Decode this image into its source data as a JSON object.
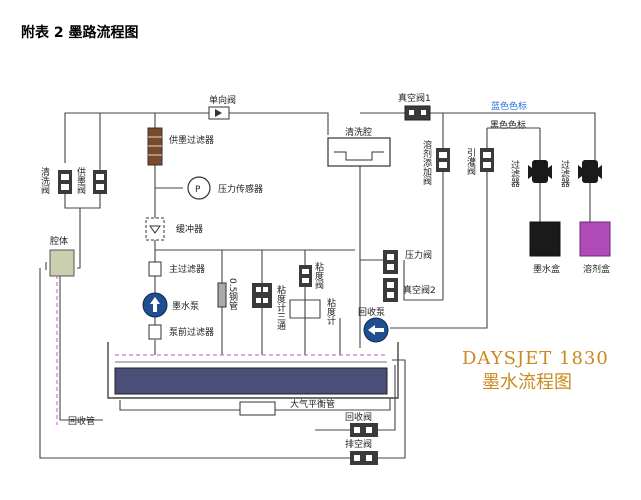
{
  "title": "附表 2 墨路流程图",
  "labels": {
    "check_valve": "单向阀",
    "vacuum_valve_1": "真空阀1",
    "blue_mark": "蓝色色标",
    "black_mark": "黑色色标",
    "ink_supply_filter": "供墨过滤器",
    "cleaning_chamber": "清洗腔",
    "solvent_add_valve": "溶剂添加阀",
    "prime_valve": "引灌阀",
    "filter_left": "过滤器",
    "filter_right": "过滤器",
    "flush_valve": "清洗阀",
    "ink_supply_valve": "供墨阀",
    "pressure_sensor": "压力传感器",
    "pressure_sensor_symbol": "P",
    "buffer": "缓冲器",
    "cavity": "腔体",
    "main_filter": "主过滤器",
    "ink_pump": "墨水泵",
    "pre_pump_filter": "泵前过滤器",
    "steel_pipe": "0.5钢管",
    "viscometer_tee": "粘度计三通",
    "viscometer_valve": "粘度阀",
    "viscometer": "粘度计",
    "pressure_valve": "压力阀",
    "vacuum_valve_2": "真空阀2",
    "recovery_pump": "回收泵",
    "ink_box": "墨水盒",
    "solvent_box": "溶剂盒",
    "atmos_balance_pipe": "大气平衡管",
    "recovery_pipe": "回收管",
    "recovery_valve": "回收阀",
    "drain_valve": "排空阀"
  },
  "brand": {
    "line1": "DAYSJET 1830",
    "line2": "墨水流程图"
  },
  "colors": {
    "blue_label": "#2a6fdb",
    "pink_dash": "#d070d8",
    "ink_box": "#1a1a1a",
    "solvent_box": "#b04ab8",
    "tank_fill": "#4a4f7a",
    "brand_text": "#c98a1e",
    "pump_fill": "#1f4f8f"
  }
}
